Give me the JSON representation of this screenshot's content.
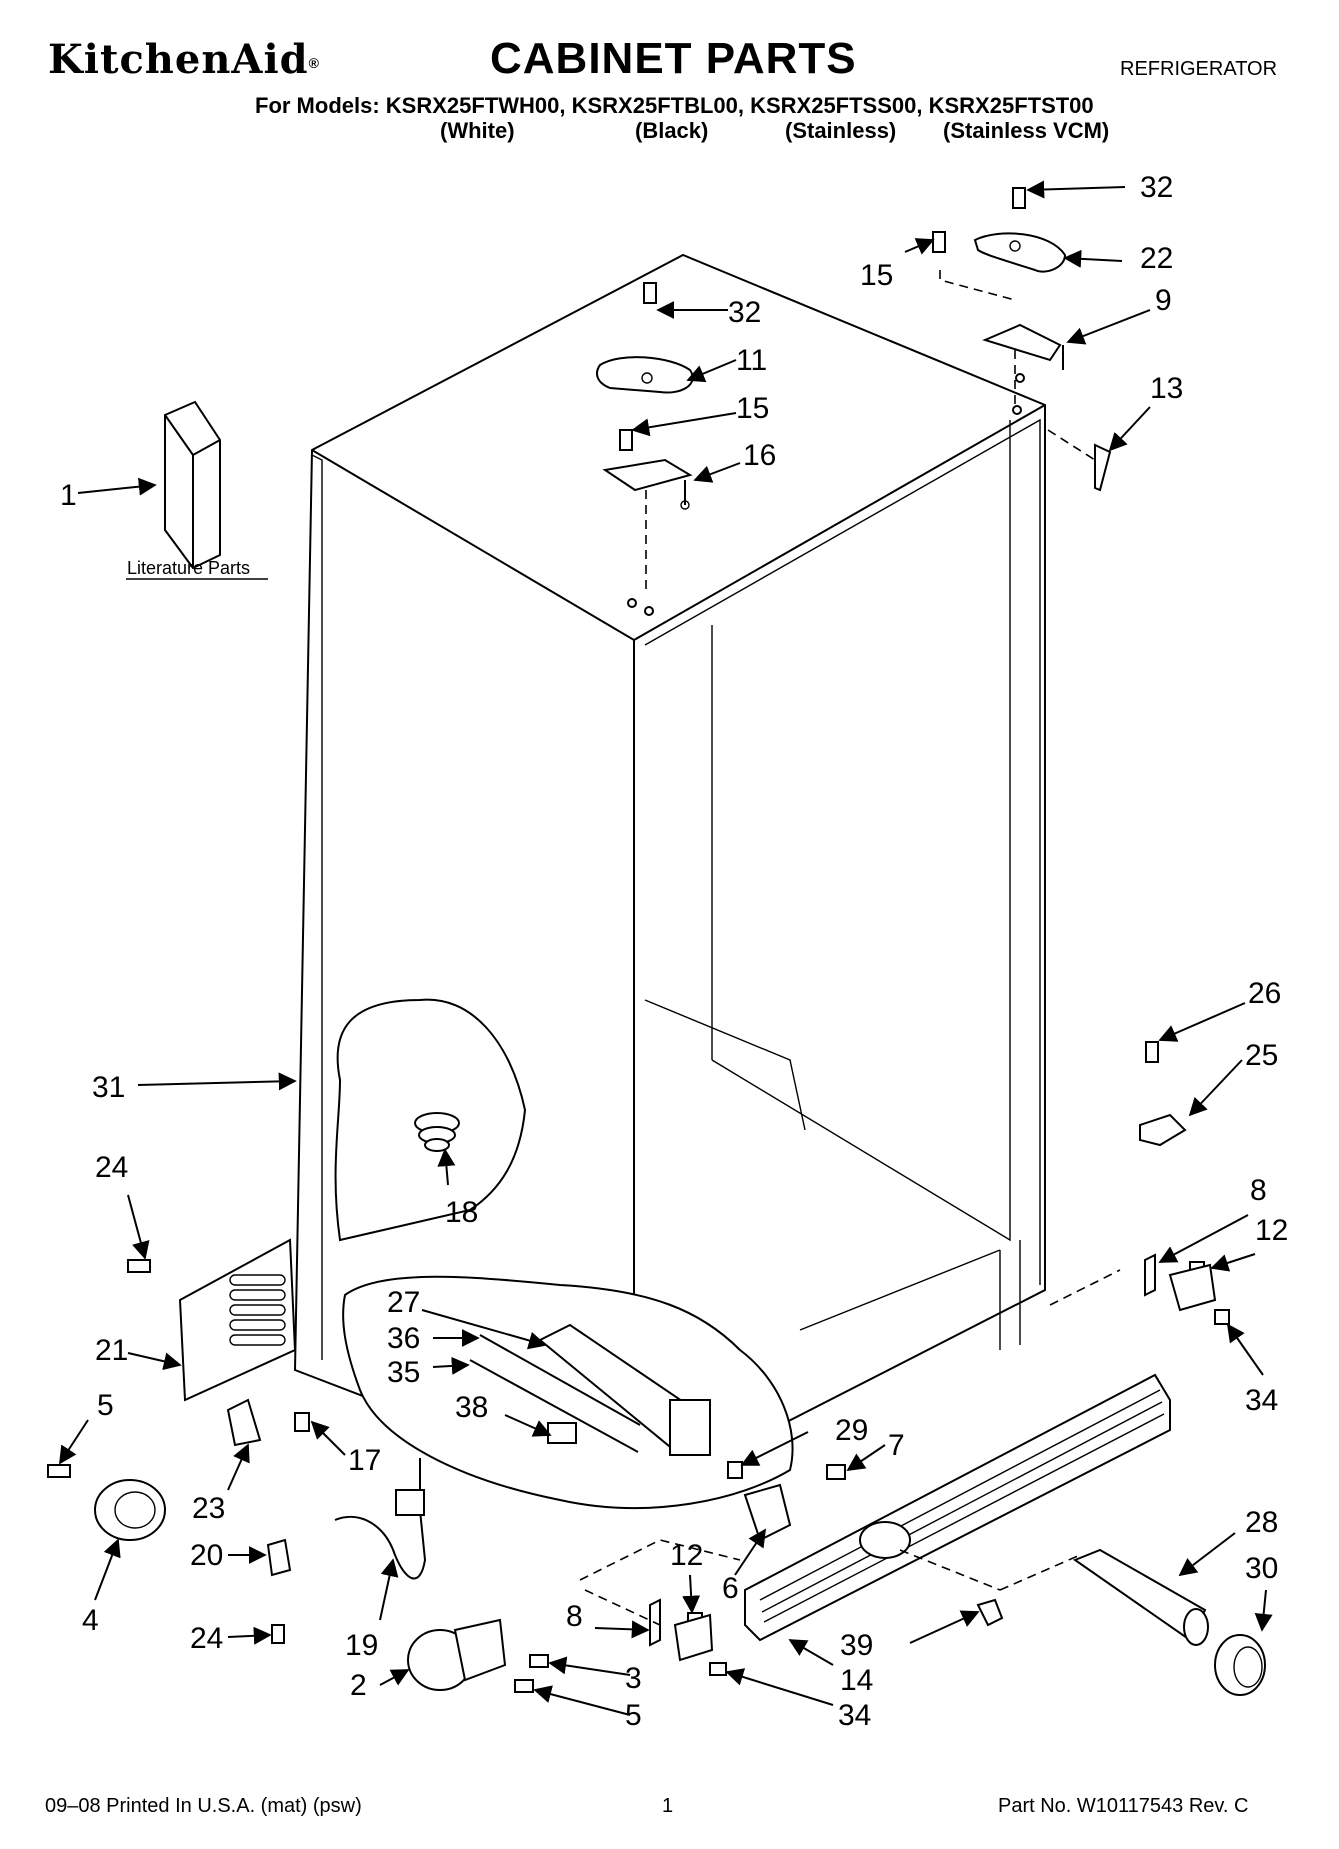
{
  "header": {
    "brand": "KitchenAid",
    "brand_mark": "®",
    "title": "CABINET PARTS",
    "appliance": "REFRIGERATOR",
    "models_line": "For Models: KSRX25FTWH00, KSRX25FTBL00, KSRX25FTSS00, KSRX25FTST00",
    "colors": [
      "(White)",
      "(Black)",
      "(Stainless)",
      "(Stainless VCM)"
    ]
  },
  "literature_label": "Literature Parts",
  "callouts": [
    {
      "id": "c32a",
      "label": "32"
    },
    {
      "id": "c22",
      "label": "22"
    },
    {
      "id": "c15a",
      "label": "15"
    },
    {
      "id": "c9",
      "label": "9"
    },
    {
      "id": "c32b",
      "label": "32"
    },
    {
      "id": "c11",
      "label": "11"
    },
    {
      "id": "c15b",
      "label": "15"
    },
    {
      "id": "c16",
      "label": "16"
    },
    {
      "id": "c13",
      "label": "13"
    },
    {
      "id": "c1",
      "label": "1"
    },
    {
      "id": "c26",
      "label": "26"
    },
    {
      "id": "c25",
      "label": "25"
    },
    {
      "id": "c31",
      "label": "31"
    },
    {
      "id": "c24a",
      "label": "24"
    },
    {
      "id": "c18",
      "label": "18"
    },
    {
      "id": "c8a",
      "label": "8"
    },
    {
      "id": "c12a",
      "label": "12"
    },
    {
      "id": "c27",
      "label": "27"
    },
    {
      "id": "c36",
      "label": "36"
    },
    {
      "id": "c35",
      "label": "35"
    },
    {
      "id": "c21",
      "label": "21"
    },
    {
      "id": "c34a",
      "label": "34"
    },
    {
      "id": "c5a",
      "label": "5"
    },
    {
      "id": "c38",
      "label": "38"
    },
    {
      "id": "c29",
      "label": "29"
    },
    {
      "id": "c7",
      "label": "7"
    },
    {
      "id": "c17",
      "label": "17"
    },
    {
      "id": "c23",
      "label": "23"
    },
    {
      "id": "c28",
      "label": "28"
    },
    {
      "id": "c30",
      "label": "30"
    },
    {
      "id": "c20",
      "label": "20"
    },
    {
      "id": "c12b",
      "label": "12"
    },
    {
      "id": "c6",
      "label": "6"
    },
    {
      "id": "c4",
      "label": "4"
    },
    {
      "id": "c8b",
      "label": "8"
    },
    {
      "id": "c24b",
      "label": "24"
    },
    {
      "id": "c19",
      "label": "19"
    },
    {
      "id": "c39",
      "label": "39"
    },
    {
      "id": "c3",
      "label": "3"
    },
    {
      "id": "c2",
      "label": "2"
    },
    {
      "id": "c14",
      "label": "14"
    },
    {
      "id": "c5b",
      "label": "5"
    },
    {
      "id": "c34b",
      "label": "34"
    }
  ],
  "footer": {
    "print_info": "09–08 Printed In U.S.A. (mat) (psw)",
    "page_number": "1",
    "part_number": "Part No. W10117543 Rev. C"
  }
}
